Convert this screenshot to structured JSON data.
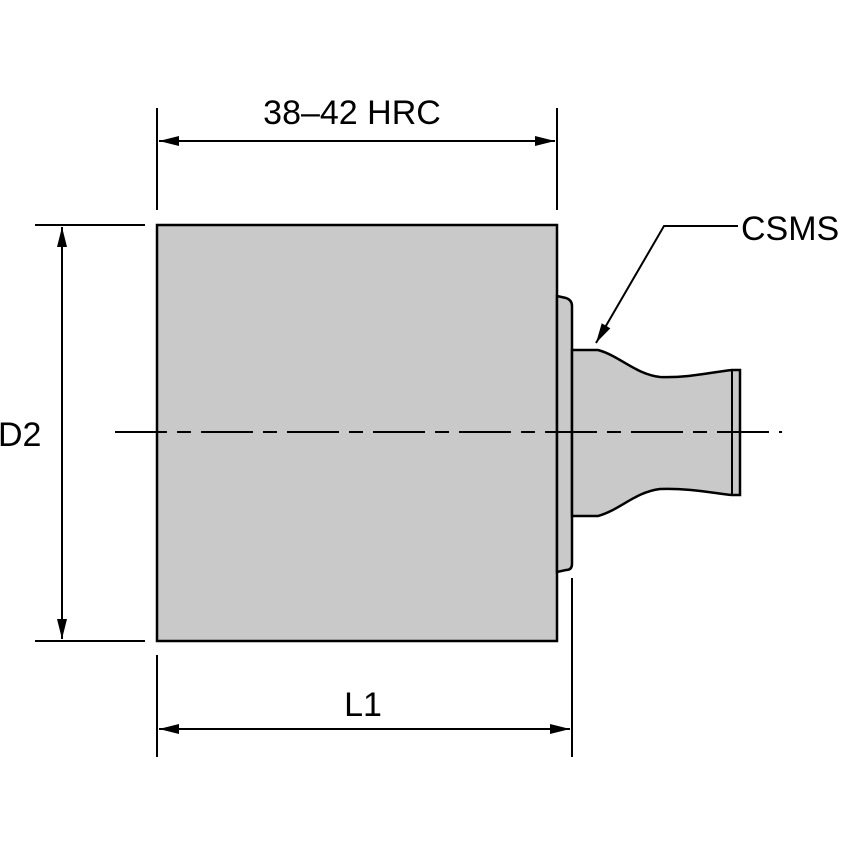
{
  "drawing": {
    "labels": {
      "hardness": "38–42 HRC",
      "interface": "CSMS",
      "diameter": "D2",
      "length": "L1"
    },
    "colors": {
      "body_fill": "#c9c9c9",
      "line": "#000000",
      "background": "#ffffff"
    }
  }
}
